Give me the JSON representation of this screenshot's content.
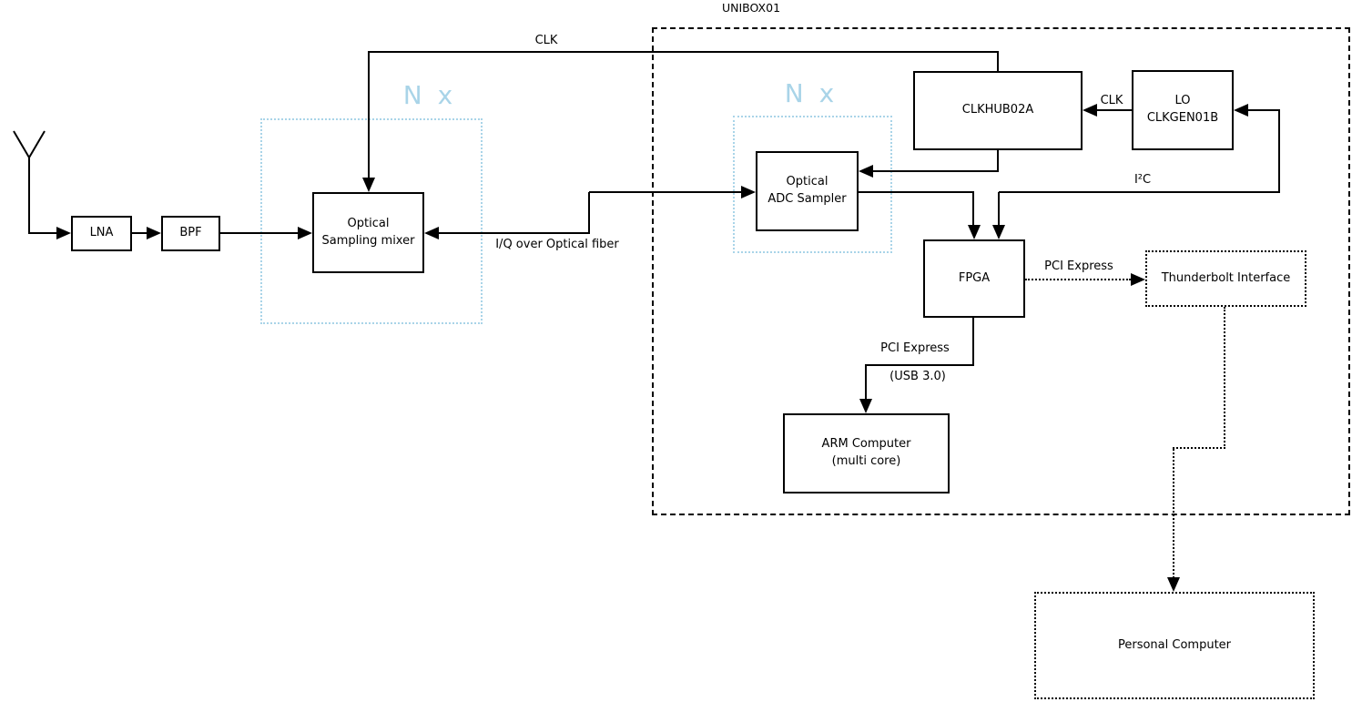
{
  "colors": {
    "accent_blue": "#a9d4e8",
    "line_black": "#000000",
    "background": "#ffffff"
  },
  "unibox": {
    "label": "UNIBOX01"
  },
  "multipliers": {
    "left": "N x",
    "right": "N x"
  },
  "icons": {
    "antenna": "antenna"
  },
  "blocks": {
    "lna": {
      "label": "LNA"
    },
    "bpf": {
      "label": "BPF"
    },
    "mixer": {
      "label": "Optical\nSampling mixer"
    },
    "adc": {
      "label": "Optical\nADC Sampler"
    },
    "clkhub": {
      "label": "CLKHUB02A"
    },
    "lo": {
      "label": "LO\nCLKGEN01B"
    },
    "fpga": {
      "label": "FPGA"
    },
    "arm": {
      "label": "ARM Computer\n(multi core)"
    },
    "thunderbolt": {
      "label": "Thunderbolt Interface"
    },
    "pc": {
      "label": "Personal Computer"
    }
  },
  "connections": {
    "clk_to_mixer": {
      "label": "CLK"
    },
    "iq_fiber": {
      "label": "I/Q over Optical fiber"
    },
    "lo_to_clkhub": {
      "label": "CLK"
    },
    "i2c": {
      "label": "I²C"
    },
    "fpga_to_thunderbolt": {
      "label": "PCI Express"
    },
    "fpga_to_arm": {
      "label": "PCI Express",
      "sublabel": "(USB 3.0)"
    }
  }
}
